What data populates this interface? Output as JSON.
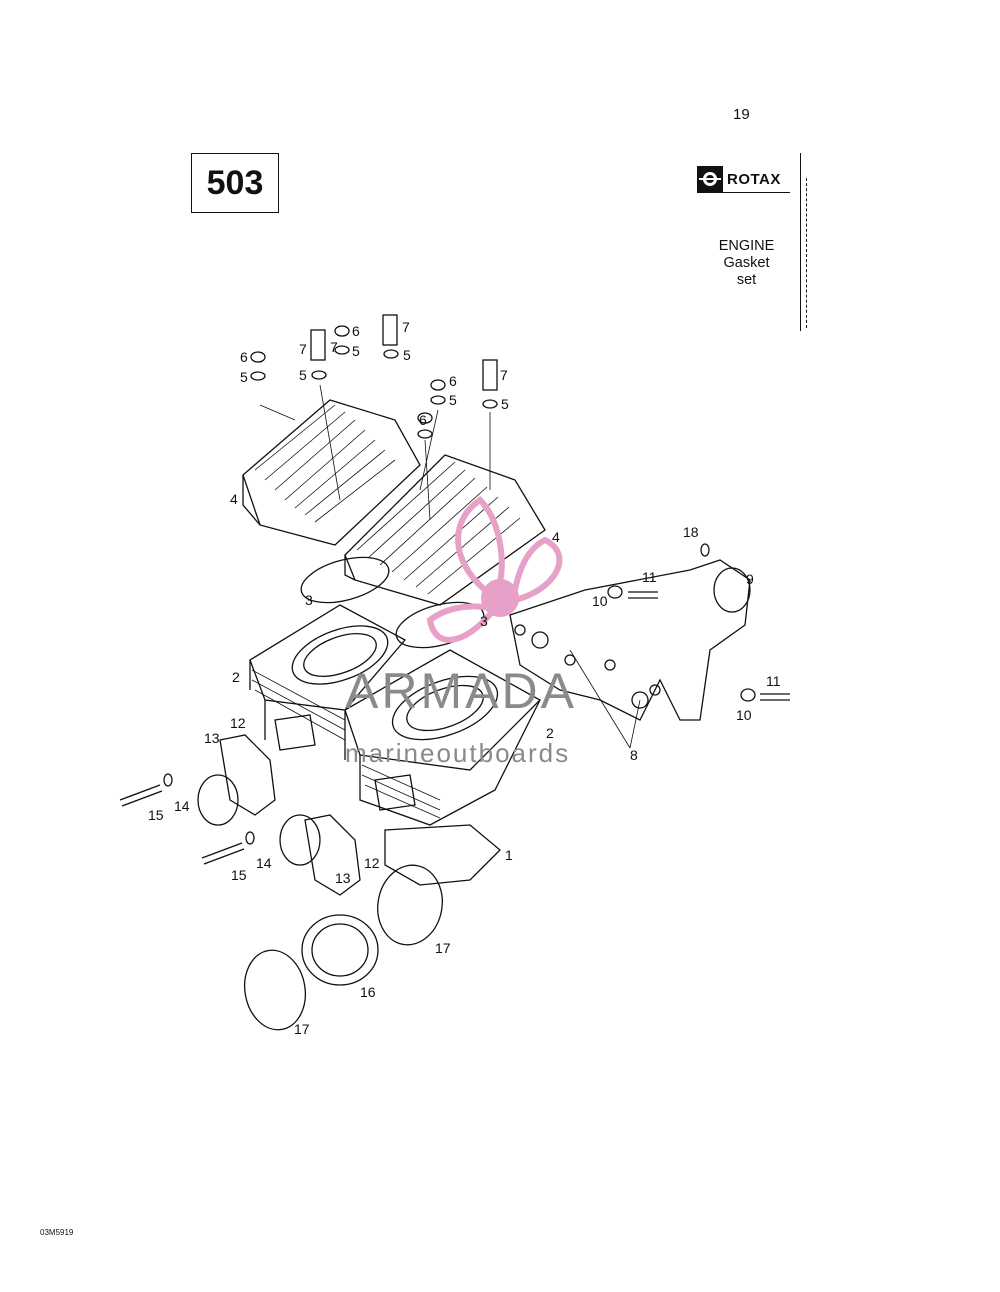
{
  "page": {
    "number": "19",
    "figure_code": "03M5919"
  },
  "model": {
    "label": "503"
  },
  "brand": {
    "name": "ROTAX",
    "icon": "rotax-logo-icon"
  },
  "section": {
    "title_lines": [
      "ENGINE",
      "Gasket",
      "set"
    ]
  },
  "watermark": {
    "name": "ARMADA",
    "sub": "marineoutboards"
  },
  "callouts": [
    "1",
    "2",
    "2",
    "3",
    "3",
    "4",
    "4",
    "5",
    "5",
    "5",
    "5",
    "5",
    "5",
    "6",
    "6",
    "6",
    "6",
    "7",
    "7",
    "7",
    "7",
    "8",
    "9",
    "10",
    "10",
    "11",
    "11",
    "12",
    "12",
    "13",
    "13",
    "14",
    "14",
    "15",
    "15",
    "16",
    "17",
    "17",
    "18"
  ],
  "colors": {
    "ink": "#111111",
    "watermark_pink": "#e7a1c8",
    "watermark_gray": "#8a8a8a"
  }
}
